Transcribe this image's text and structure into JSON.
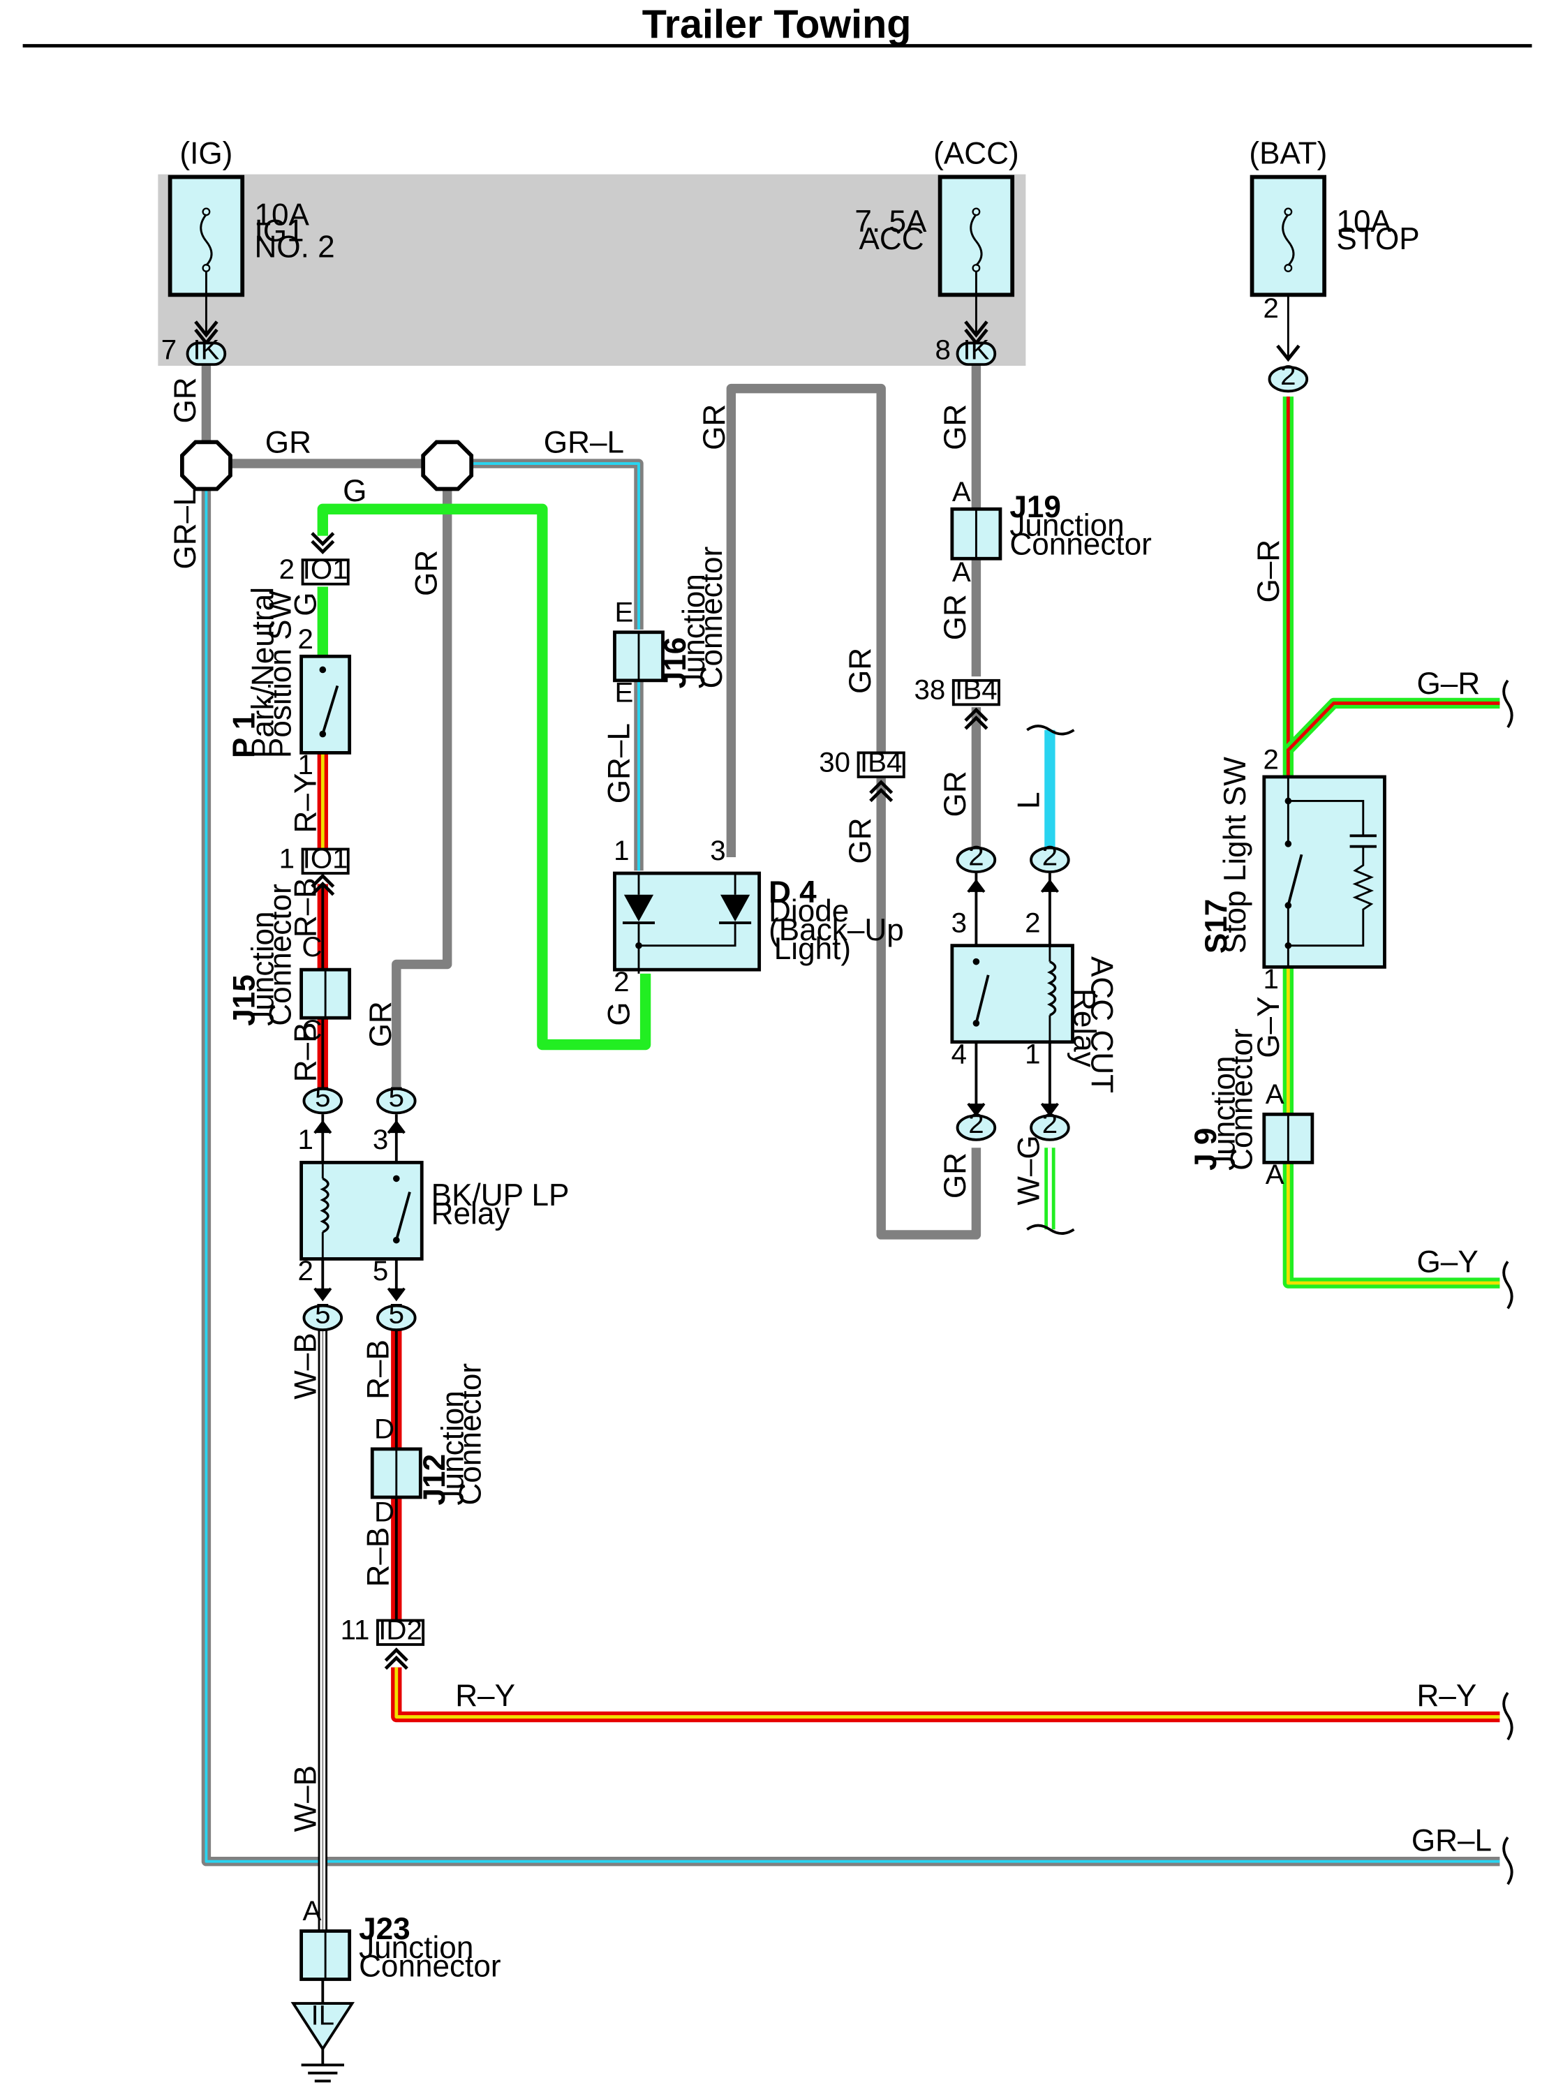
{
  "title": "Trailer Towing",
  "colors": {
    "gray": "#808080",
    "green": "#22ee22",
    "red": "#e60000",
    "yellow": "#f0e000",
    "light_blue": "#29d4f0",
    "white": "#ffffff",
    "black": "#000000",
    "component_fill": "#cdf4f7",
    "shade": "#cccccc"
  },
  "fuses": {
    "ig": {
      "source": "(IG)",
      "amp": "10A",
      "name_line1": "IG1",
      "name_line2": "NO. 2",
      "connector": "IK",
      "pin": "7"
    },
    "acc": {
      "source": "(ACC)",
      "amp": "7. 5A",
      "name_line1": "ACC",
      "connector": "IK",
      "pin": "8"
    },
    "bat": {
      "source": "(BAT)",
      "amp": "10A",
      "name_line1": "STOP",
      "pin": "2",
      "conn_pin": "2"
    }
  },
  "wires": {
    "gr": "GR",
    "gr_l": "GR–L",
    "g": "G",
    "r_y": "R–Y",
    "r_b": "R–B",
    "w_b": "W–B",
    "l": "L",
    "w_g": "W–G",
    "g_r": "G–R",
    "g_y": "G–Y"
  },
  "components": {
    "p1": {
      "code": "P 1",
      "line1": "Park/Neutral",
      "line2": "Position SW",
      "pin_top": "2",
      "pin_bottom": "1"
    },
    "j15": {
      "code": "J15",
      "line1": "Junction",
      "line2": "Connector",
      "pin": "C"
    },
    "j16": {
      "code": "J16",
      "line1": "Junction",
      "line2": "Connector",
      "pin": "E"
    },
    "j19": {
      "code": "J19",
      "line1": "Junction",
      "line2": "Connector",
      "pin": "A"
    },
    "j12": {
      "code": "J12",
      "line1": "Junction",
      "line2": "Connector",
      "pin": "D"
    },
    "j9": {
      "code": "J 9",
      "line1": "Junction",
      "line2": "Connector",
      "pin": "A"
    },
    "j23": {
      "code": "J23",
      "line1": "Junction",
      "line2": "Connector",
      "pin": "A",
      "ground": "IL"
    },
    "d4": {
      "code": "D 4",
      "line1": "Diode",
      "line2": "(Back–Up",
      "line3": "Light)",
      "pin1": "1",
      "pin2": "2",
      "pin3": "3"
    },
    "bkup_relay": {
      "line1": "BK/UP LP",
      "line2": "Relay",
      "pin1": "1",
      "pin2": "2",
      "pin3": "3",
      "pin5": "5"
    },
    "acc_cut_relay": {
      "line1": "ACC CUT",
      "line2": "Relay",
      "pin1": "1",
      "pin2": "2",
      "pin3": "3",
      "pin4": "4"
    },
    "s17": {
      "code": "S17",
      "line1": "Stop Light SW",
      "pin_top": "2",
      "pin_bottom": "1"
    }
  },
  "connectors": {
    "io1": "IO1",
    "ib4": "IB4",
    "id2": "ID2",
    "io1_pin_a": "2",
    "io1_pin_b": "1",
    "ib4_pin_a": "38",
    "ib4_pin_b": "30",
    "id2_pin": "11",
    "relay_block_pin": "5",
    "acc_relay_block_pin": "2"
  }
}
